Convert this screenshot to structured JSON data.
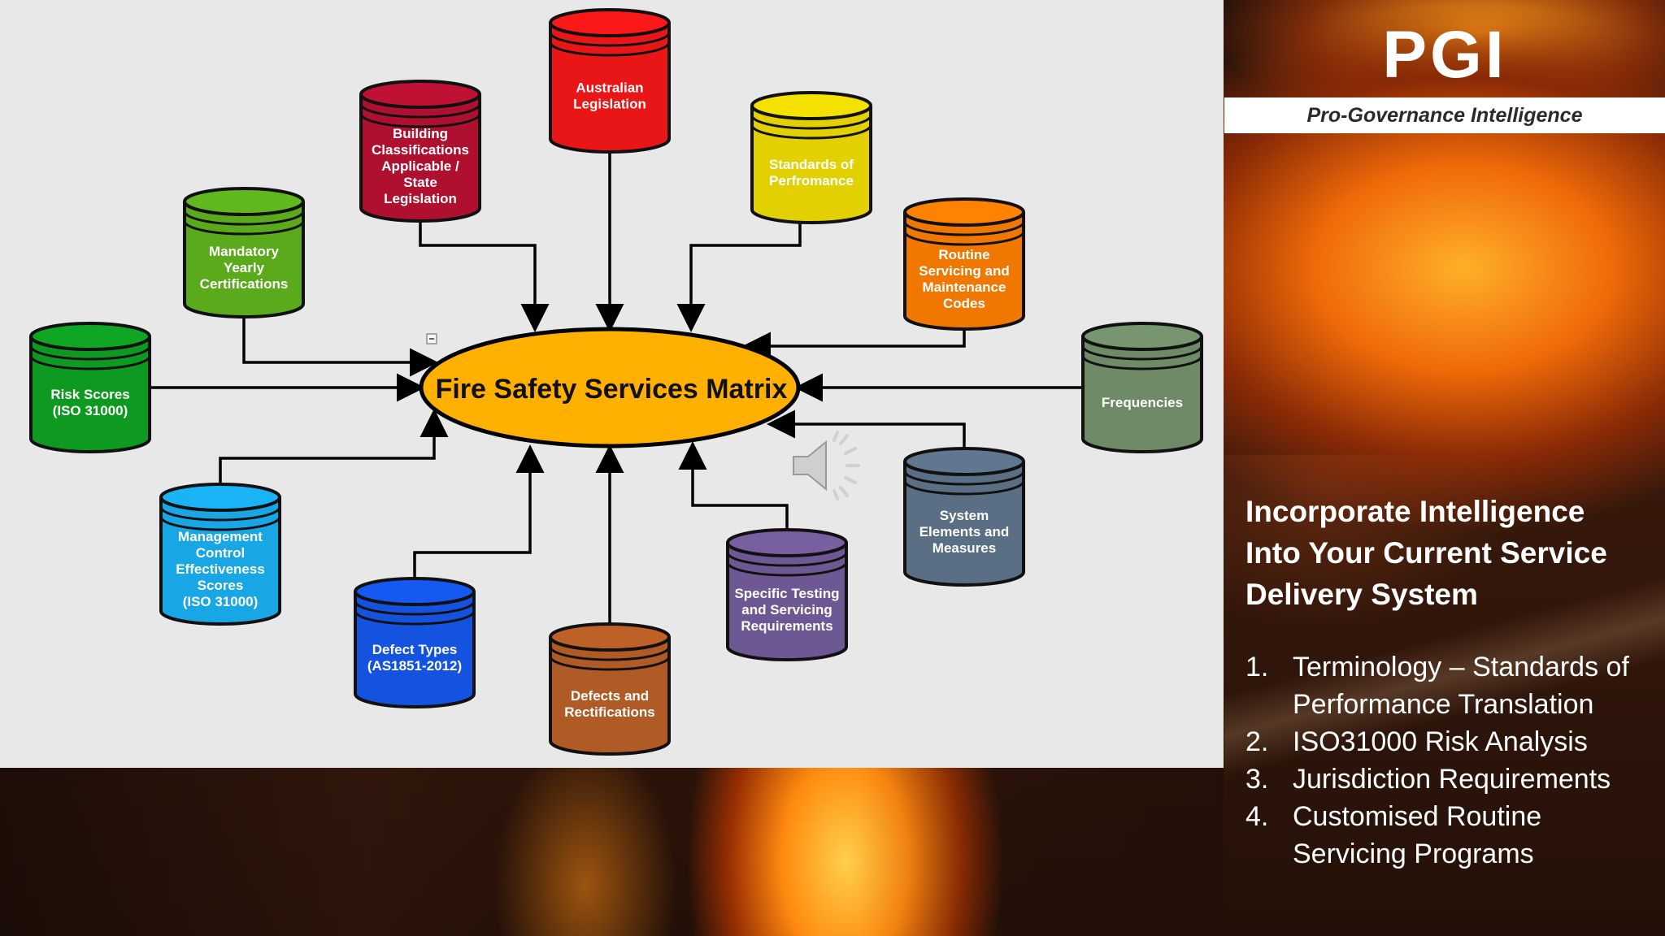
{
  "diagram": {
    "center_label": "Fire Safety Services Matrix",
    "nodes": [
      {
        "id": "australian",
        "lines": [
          "Australian",
          "Legislation"
        ],
        "color": "#e81616"
      },
      {
        "id": "building",
        "lines": [
          "Building",
          "Classifications",
          "Applicable /",
          "State",
          "Legislation"
        ],
        "color": "#b01030"
      },
      {
        "id": "standards",
        "lines": [
          "Standards of",
          "Perfromance"
        ],
        "color": "#e3d000"
      },
      {
        "id": "mandatory",
        "lines": [
          "Mandatory",
          "Yearly",
          "Certifications"
        ],
        "color": "#5aaa1c"
      },
      {
        "id": "routine",
        "lines": [
          "Routine",
          "Servicing and",
          "Maintenance",
          "Codes"
        ],
        "color": "#f07800"
      },
      {
        "id": "risk",
        "lines": [
          "Risk Scores",
          "(ISO 31000)"
        ],
        "color": "#0e9a20"
      },
      {
        "id": "frequencies",
        "lines": [
          "Frequencies"
        ],
        "color": "#6e8a66"
      },
      {
        "id": "system",
        "lines": [
          "System",
          "Elements and",
          "Measures"
        ],
        "color": "#5a6e84"
      },
      {
        "id": "management",
        "lines": [
          "Management",
          "Control",
          "Effectiveness",
          "Scores",
          "(ISO 31000)"
        ],
        "color": "#18a6e4"
      },
      {
        "id": "specific",
        "lines": [
          "Specific Testing",
          "and Servicing",
          "Requirements"
        ],
        "color": "#6e5894"
      },
      {
        "id": "defect_types",
        "lines": [
          "Defect Types",
          "(AS1851-2012)"
        ],
        "color": "#1452e0"
      },
      {
        "id": "defects",
        "lines": [
          "Defects and",
          "Rectifications"
        ],
        "color": "#b05a26"
      }
    ],
    "center_color": "#ffb000"
  },
  "brand": {
    "logo_text": "PGI",
    "tagline": "Pro-Governance Intelligence"
  },
  "sidebar": {
    "heading_lines": [
      "Incorporate Intelligence",
      "Into Your Current Service",
      "Delivery System"
    ],
    "points": [
      {
        "num": "1.",
        "text": "Terminology – Standards of Performance Translation"
      },
      {
        "num": "2.",
        "text": "ISO31000 Risk Analysis"
      },
      {
        "num": "3.",
        "text": "Jurisdiction Requirements"
      },
      {
        "num": "4.",
        "text": "Customised Routine Servicing  Programs"
      }
    ]
  },
  "icons": {
    "speaker": "speaker-volume-icon",
    "collapse": "collapse-minus-icon"
  }
}
